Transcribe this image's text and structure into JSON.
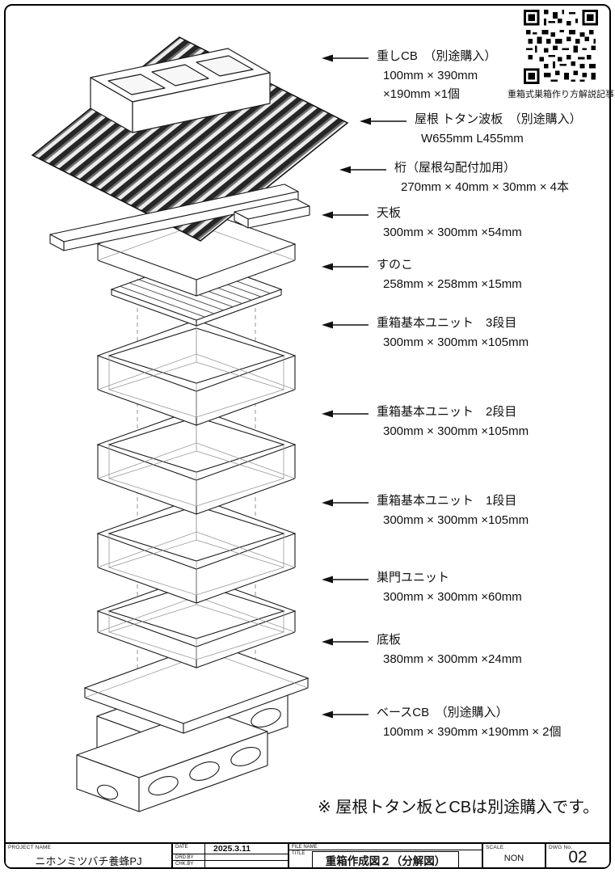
{
  "qr": {
    "caption": "重箱式巣箱作り方解説記事"
  },
  "parts": [
    {
      "title": "重しCB　（別途購入）",
      "dim1": "100mm × 390mm",
      "dim2": "×190mm ×1個"
    },
    {
      "title": "屋根 トタン波板　（別途購入）",
      "dim1": "W655mm L455mm",
      "dim2": ""
    },
    {
      "title": "桁（屋根勾配付加用）",
      "dim1": "270mm × 40mm × 30mm × 4本",
      "dim2": ""
    },
    {
      "title": "天板",
      "dim1": "300mm × 300mm ×54mm",
      "dim2": ""
    },
    {
      "title": "すのこ",
      "dim1": "258mm × 258mm ×15mm",
      "dim2": ""
    },
    {
      "title": "重箱基本ユニット　3段目",
      "dim1": "300mm × 300mm ×105mm",
      "dim2": ""
    },
    {
      "title": "重箱基本ユニット　2段目",
      "dim1": "300mm × 300mm ×105mm",
      "dim2": ""
    },
    {
      "title": "重箱基本ユニット　1段目",
      "dim1": "300mm × 300mm ×105mm",
      "dim2": ""
    },
    {
      "title": "巣門ユニット",
      "dim1": "300mm × 300mm ×60mm",
      "dim2": ""
    },
    {
      "title": "底板",
      "dim1": "380mm × 300mm ×24mm",
      "dim2": ""
    },
    {
      "title": "ベースCB　（別途購入）",
      "dim1": "100mm × 390mm ×190mm × 2個",
      "dim2": ""
    }
  ],
  "note": "※ 屋根トタン板とCBは別途購入です。",
  "titleblock": {
    "project_label": "PROJECT NAME",
    "project_name": "ニホンミツバチ養蜂PJ",
    "date_label": "DATE",
    "date": "2025.3.11",
    "drd_label": "DRD.BY",
    "chk_label": "CHK.BY",
    "file_label": "FILE NAME",
    "title_label": "TITLE",
    "title": "重箱作成図２（分解図）",
    "scale_label": "SCALE",
    "scale": "NON",
    "dwg_label": "DWG No.",
    "dwg_no": "02"
  }
}
